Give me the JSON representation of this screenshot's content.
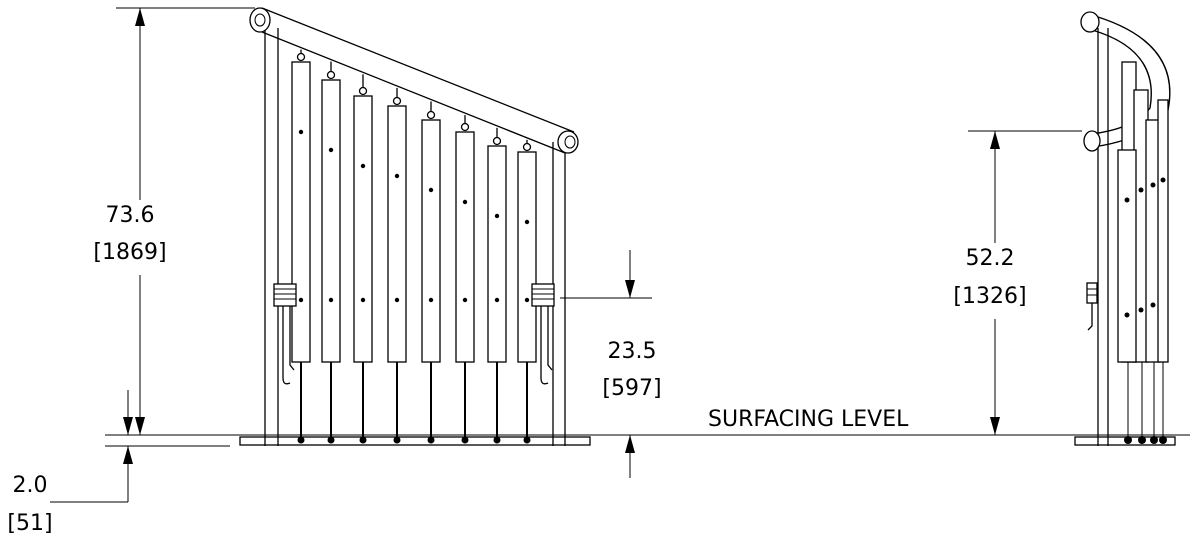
{
  "dimensions": {
    "overall_height": {
      "value": "73.6",
      "metric": "[1869]"
    },
    "side_height": {
      "value": "52.2",
      "metric": "[1326]"
    },
    "handle_height": {
      "value": "23.5",
      "metric": "[597]"
    },
    "below_surface": {
      "value": "2.0",
      "metric": "[51]"
    }
  },
  "labels": {
    "surfacing_level": "SURFACING LEVEL"
  }
}
